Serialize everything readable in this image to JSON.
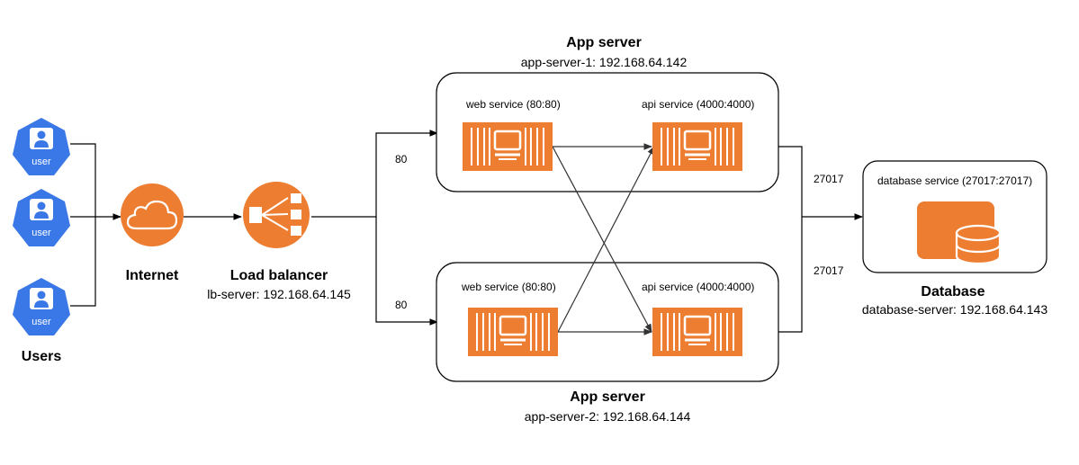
{
  "users": {
    "title": "Users",
    "items": [
      {
        "label": "user"
      },
      {
        "label": "user"
      },
      {
        "label": "user"
      }
    ]
  },
  "internet": {
    "title": "Internet"
  },
  "load_balancer": {
    "title": "Load balancer",
    "subtitle": "lb-server: 192.168.64.145"
  },
  "app_server_1": {
    "title": "App server",
    "subtitle": "app-server-1: 192.168.64.142",
    "web_service": "web service (80:80)",
    "api_service": "api service (4000:4000)"
  },
  "app_server_2": {
    "title": "App server",
    "subtitle": "app-server-2: 192.168.64.144",
    "web_service": "web service (80:80)",
    "api_service": "api service (4000:4000)"
  },
  "database": {
    "title": "Database",
    "subtitle": "database-server: 192.168.64.143",
    "service": "database service (27017:27017)"
  },
  "ports": {
    "lb_to_app1": "80",
    "lb_to_app2": "80",
    "app1_to_db": "27017",
    "app2_to_db": "27017"
  },
  "colors": {
    "user_icon": "#3b78e7",
    "aws_orange": "#ed7d31",
    "line": "#000000",
    "cross_line": "#333333"
  },
  "icons": {
    "user": "user-icon",
    "internet": "cloud-icon",
    "load_balancer": "load-balancer-icon",
    "container": "container-icon",
    "database": "database-icon"
  }
}
